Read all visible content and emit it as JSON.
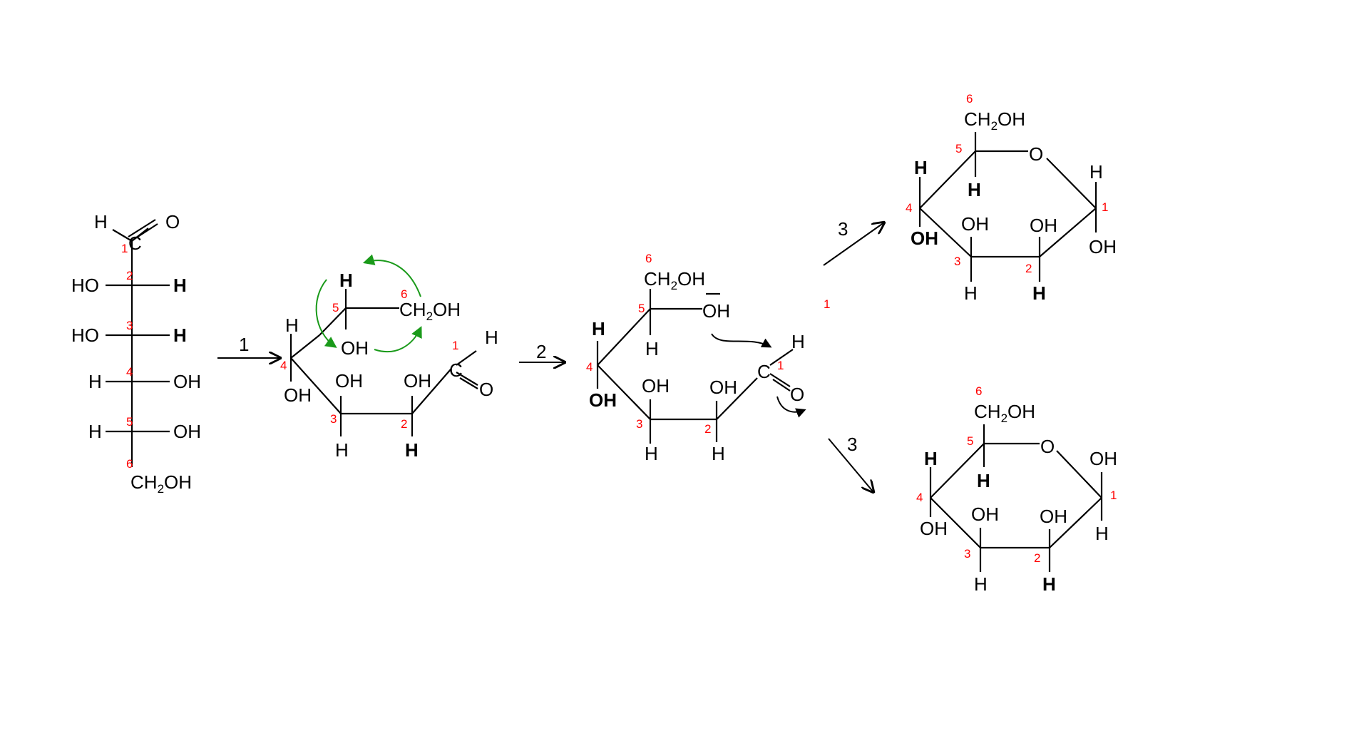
{
  "atoms": {
    "H": "H",
    "O": "O",
    "C": "C",
    "OH": "OH",
    "HO": "HO",
    "CH2OH_main": "CH",
    "CH2OH_sub": "2",
    "CH2OH_tail": "OH"
  },
  "carbon_numbers": [
    "1",
    "2",
    "3",
    "4",
    "5",
    "6"
  ],
  "step_labels": {
    "step1": "1",
    "step2": "2",
    "step3_upper": "3",
    "step3_lower": "3",
    "stray_number": "1"
  },
  "colors": {
    "bonds": "#000000",
    "carbon_numbers": "#ff0000",
    "electron_arrows": "#1a9a1a",
    "background": "#ffffff"
  }
}
